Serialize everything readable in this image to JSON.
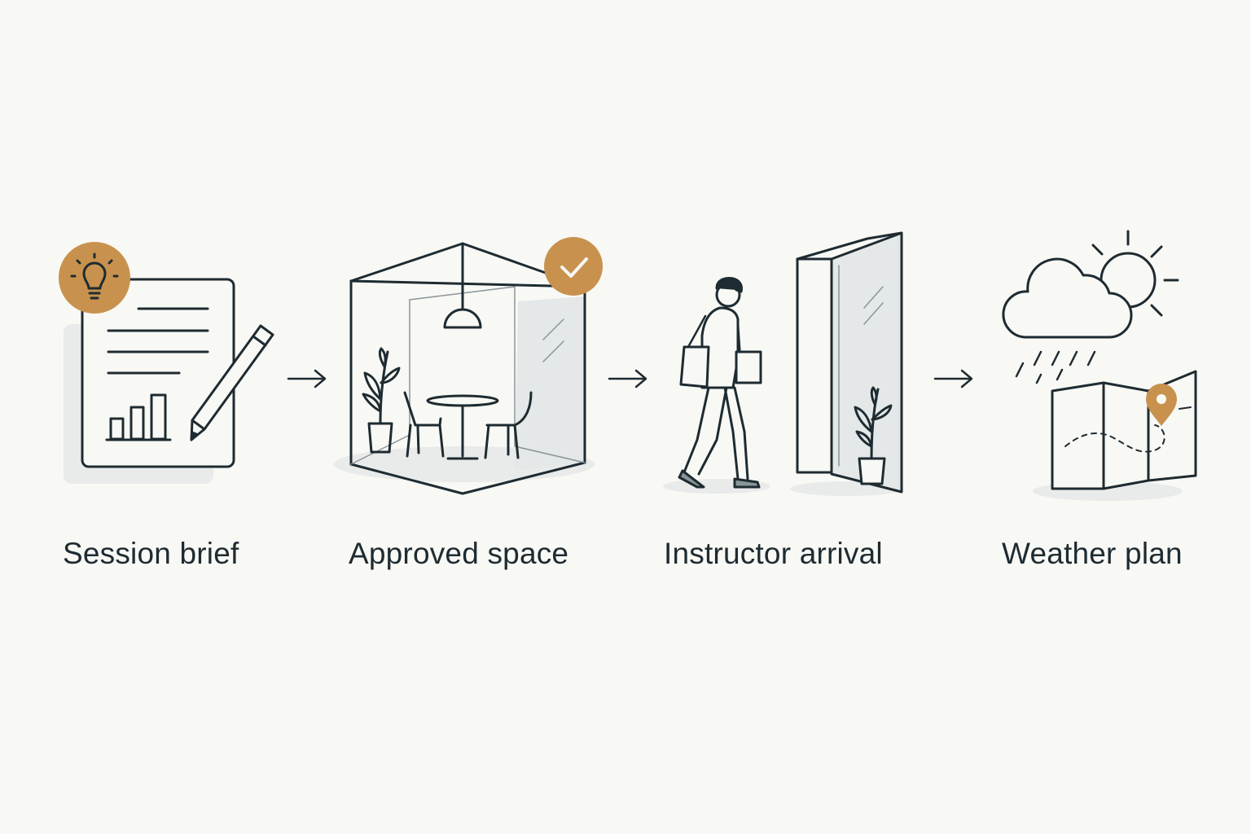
{
  "steps": [
    {
      "label": "Session brief",
      "icon": "document-with-chart-and-pencil-icon",
      "badge": "lightbulb-icon"
    },
    {
      "label": "Approved space",
      "icon": "glass-room-with-table-icon",
      "badge": "checkmark-icon"
    },
    {
      "label": "Instructor arrival",
      "icon": "person-walking-to-door-icon"
    },
    {
      "label": "Weather plan",
      "icon": "cloud-sun-rain-and-map-icon",
      "badge": "location-pin-icon"
    }
  ],
  "connectors": [
    "arrow-right-icon",
    "arrow-right-icon",
    "arrow-right-icon"
  ],
  "colors": {
    "background": "#f8f8f5",
    "line": "#1e2b31",
    "accent": "#c8924e",
    "shadow": "#e9ebea",
    "glass": "#e4e8e8"
  }
}
